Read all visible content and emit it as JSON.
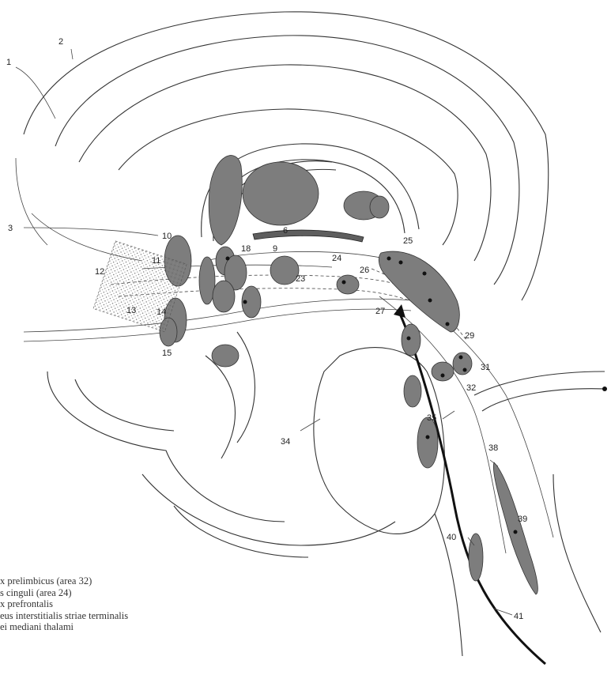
{
  "figure": {
    "labels": [
      "1",
      "2",
      "3",
      "6",
      "9",
      "10",
      "11",
      "12",
      "13",
      "14",
      "15",
      "18",
      "23",
      "24",
      "25",
      "26",
      "27",
      "29",
      "31",
      "32",
      "34",
      "35",
      "38",
      "39",
      "40",
      "41"
    ]
  },
  "legend": [
    "x prelimbicus (area 32)",
    "s cinguli (area 24)",
    "x prefrontalis",
    "eus interstitialis striae terminalis",
    "ei mediani thalami"
  ],
  "colors": {
    "nucleus_fill": "#7d7d7d",
    "line": "#333333",
    "background": "#ffffff"
  }
}
